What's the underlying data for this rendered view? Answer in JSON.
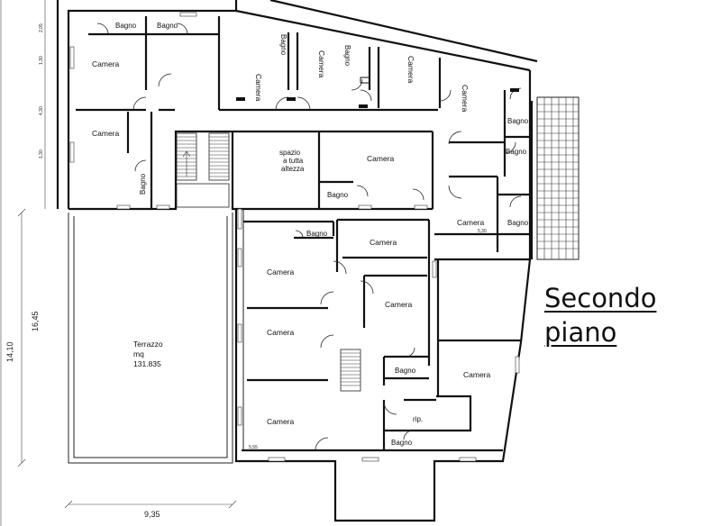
{
  "title": {
    "line1": "Secondo",
    "line2": "piano"
  },
  "rooms": {
    "bagno_top_1": "Bagno",
    "bagno_top_2": "Bagno",
    "camera_nw": "Camera",
    "camera_w": "Camera",
    "camera_n1": "Camera",
    "bagno_n1": "Bagno",
    "camera_n2": "Camera",
    "bagno_n2": "Bagno",
    "camera_n3": "Camera",
    "camera_ne": "Camera",
    "bagno_ne1": "Bagno",
    "bagno_ne2": "Bagno",
    "bagno_ne3": "Bagno",
    "camera_e": "Camera",
    "bagno_w": "Bagno",
    "spazio_1": "spazio",
    "spazio_2": "a tutta",
    "spazio_3": "altezza",
    "camera_mid": "Camera",
    "bagno_mid": "Bagno",
    "bagno_c": "Bagno",
    "camera_c1": "Camera",
    "camera_c2": "Camera",
    "camera_c3": "Camera",
    "camera_c4": "Camera",
    "camera_c5": "Camera",
    "bagno_c2": "Bagno",
    "camera_se": "Camera",
    "rip": "rip.",
    "bagno_s": "Bagno",
    "terrazzo_1": "Terrazzo",
    "terrazzo_2": "mq",
    "terrazzo_3": "131.835"
  },
  "dimensions": {
    "total_width": "9,35",
    "height_outer": "14,10",
    "height_inner": "16,45",
    "corridor_width_1": "5,30",
    "corridor_width_2": "5,55",
    "segment_1": "2,05",
    "segment_2": "1,30",
    "segment_3": "4,30",
    "segment_4": "1,30"
  }
}
